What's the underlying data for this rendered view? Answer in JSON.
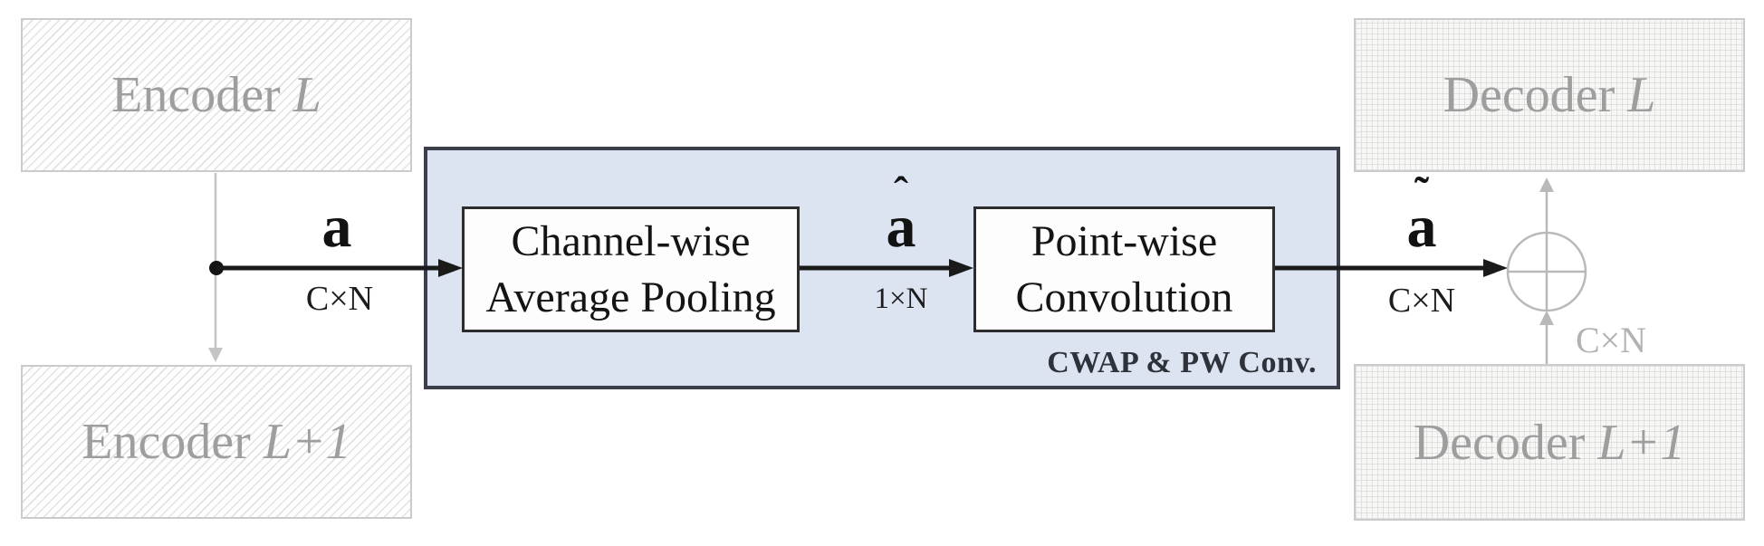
{
  "nodes": {
    "encoder_top": {
      "prefix": "Encoder ",
      "var": "L"
    },
    "encoder_bottom": {
      "prefix": "Encoder ",
      "var": "L+1"
    },
    "decoder_top": {
      "prefix": "Decoder ",
      "var": "L"
    },
    "decoder_bottom": {
      "prefix": "Decoder ",
      "var": "L+1"
    },
    "cwap": {
      "line1": "Channel-wise",
      "line2": "Average Pooling"
    },
    "pw": {
      "line1": "Point-wise",
      "line2": "Convolution"
    },
    "container_label": "CWAP & PW Conv."
  },
  "labels": {
    "input": {
      "accent": "",
      "base": "a",
      "dim": "C×N"
    },
    "pooled": {
      "accent": "ˆ",
      "base": "a",
      "dim": "1×N"
    },
    "output": {
      "accent": "˜",
      "base": "a",
      "dim": "C×N"
    },
    "skip_dim": "C×N"
  },
  "icons": {
    "sum": "circle-plus"
  },
  "colors": {
    "container_fill": "#dce3f1",
    "container_border": "#3a3f49",
    "arrow": "#1a1a1a",
    "muted_text": "#9e9e9e",
    "muted_line": "#c0c0c0",
    "muted_line_text": "#b2b2b2"
  }
}
